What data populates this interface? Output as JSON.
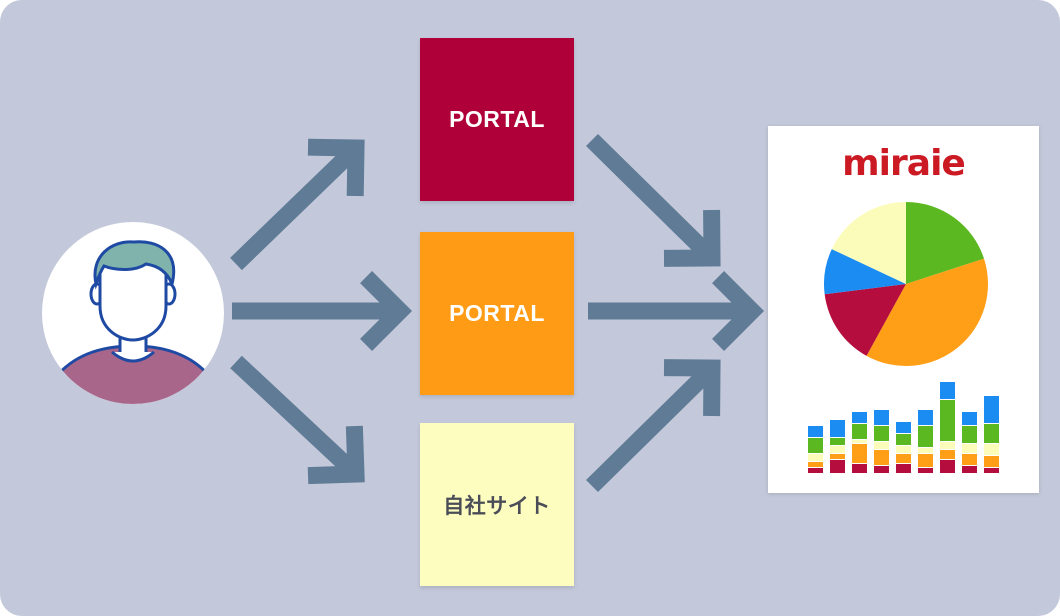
{
  "user": {
    "icon": "user-avatar-icon"
  },
  "channels": [
    {
      "label": "PORTAL",
      "color": "#b0003a",
      "text_color": "#ffffff"
    },
    {
      "label": "PORTAL",
      "color": "#ff9b14",
      "text_color": "#ffffff"
    },
    {
      "label": "自社サイト",
      "color": "#fdfdbf",
      "text_color": "#4a4d57"
    }
  ],
  "report": {
    "logo": "miraie",
    "pie": {
      "slices": [
        {
          "value": 20,
          "color": "#5cb821"
        },
        {
          "value": 38,
          "color": "#ff9e17"
        },
        {
          "value": 15,
          "color": "#b50d3d"
        },
        {
          "value": 9,
          "color": "#1b8cf1"
        },
        {
          "value": 18,
          "color": "#fbfcb9"
        }
      ]
    },
    "bars": {
      "segment_colors": [
        "#b50d3d",
        "#ff9e17",
        "#fbfcb9",
        "#5cb821",
        "#1b8cf1"
      ],
      "columns": [
        [
          6,
          6,
          8,
          16,
          12
        ],
        [
          14,
          6,
          8,
          8,
          18
        ],
        [
          10,
          20,
          4,
          16,
          12
        ],
        [
          8,
          16,
          8,
          16,
          16
        ],
        [
          10,
          10,
          8,
          12,
          12
        ],
        [
          6,
          14,
          6,
          22,
          16
        ],
        [
          14,
          10,
          8,
          42,
          18
        ],
        [
          8,
          12,
          10,
          18,
          14
        ],
        [
          6,
          12,
          12,
          20,
          28
        ]
      ]
    }
  },
  "arrow_color": "#5f7b95"
}
